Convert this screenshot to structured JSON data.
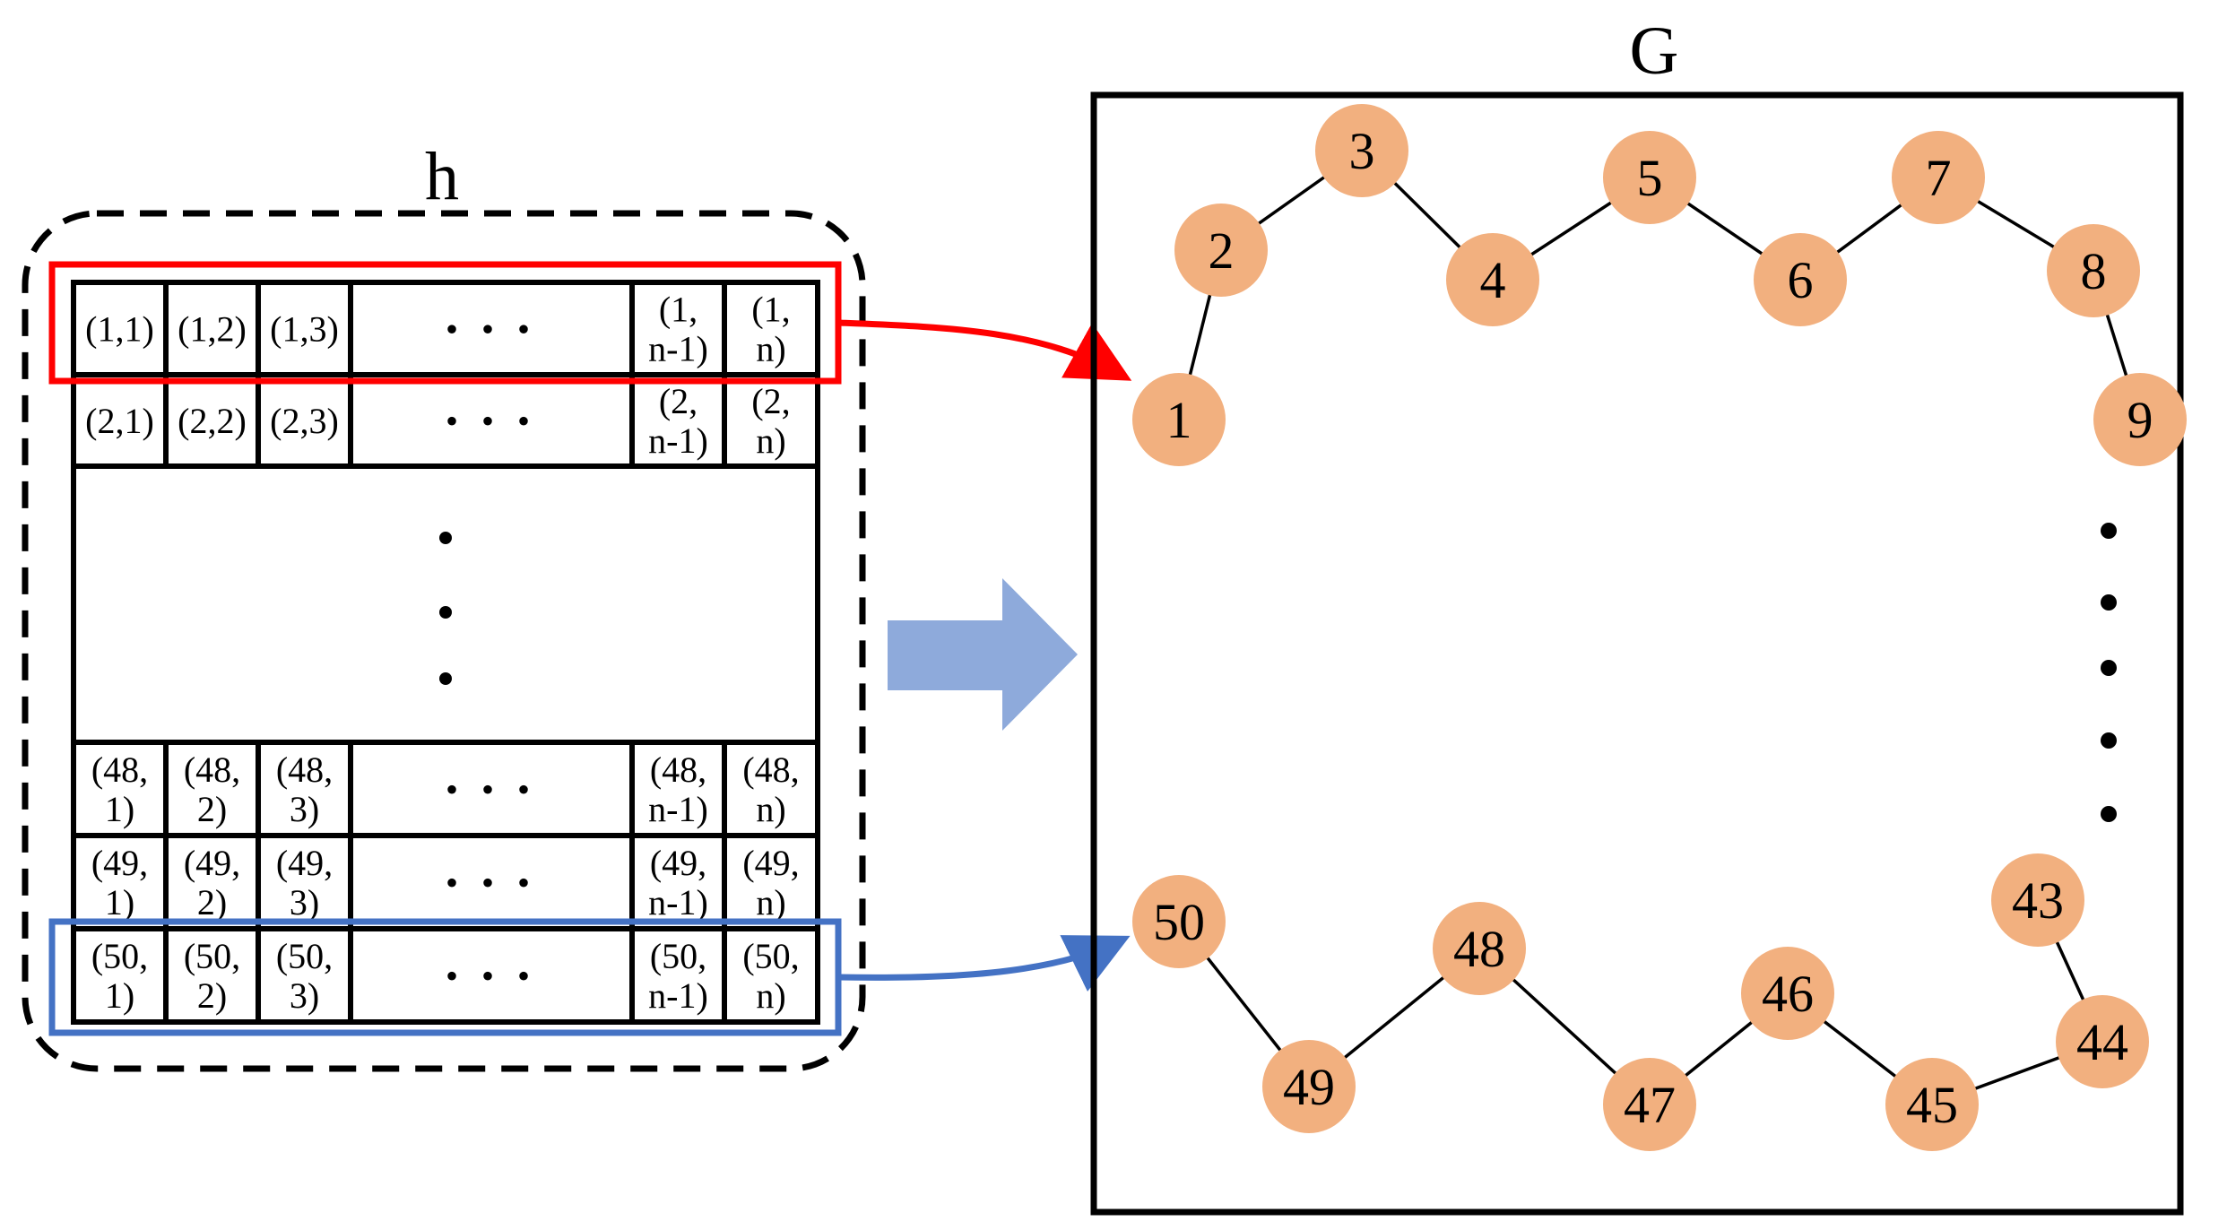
{
  "title_h": "h",
  "title_G": "G",
  "colors": {
    "node_fill": "#f2b07f",
    "red_highlight": "#ff0000",
    "blue_highlight": "#4472c4",
    "big_arrow": "#8eaadb",
    "edge": "#000000"
  },
  "matrix": {
    "ellipsis_h": "• • •",
    "rows": [
      {
        "id": "row-1",
        "cells": [
          [
            "(1,1)"
          ],
          [
            "(1,2)"
          ],
          [
            "(1,3)"
          ],
          [
            "(1,",
            "n-1)"
          ],
          [
            "(1,",
            "n)"
          ]
        ]
      },
      {
        "id": "row-2",
        "cells": [
          [
            "(2,1)"
          ],
          [
            "(2,2)"
          ],
          [
            "(2,3)"
          ],
          [
            "(2,",
            "n-1)"
          ],
          [
            "(2,",
            "n)"
          ]
        ]
      },
      {
        "id": "row-48",
        "cells": [
          [
            "(48,",
            "1)"
          ],
          [
            "(48,",
            "2)"
          ],
          [
            "(48,",
            "3)"
          ],
          [
            "(48,",
            "n-1)"
          ],
          [
            "(48,",
            "n)"
          ]
        ]
      },
      {
        "id": "row-49",
        "cells": [
          [
            "(49,",
            "1)"
          ],
          [
            "(49,",
            "2)"
          ],
          [
            "(49,",
            "3)"
          ],
          [
            "(49,",
            "n-1)"
          ],
          [
            "(49,",
            "n)"
          ]
        ]
      },
      {
        "id": "row-50",
        "cells": [
          [
            "(50,",
            "1)"
          ],
          [
            "(50,",
            "2)"
          ],
          [
            "(50,",
            "3)"
          ],
          [
            "(50,",
            "n-1)"
          ],
          [
            "(50,",
            "n)"
          ]
        ]
      }
    ]
  },
  "graph": {
    "nodes": [
      "1",
      "2",
      "3",
      "4",
      "5",
      "6",
      "7",
      "8",
      "9",
      "43",
      "44",
      "45",
      "46",
      "47",
      "48",
      "49",
      "50"
    ],
    "edges": [
      [
        "1",
        "2"
      ],
      [
        "2",
        "3"
      ],
      [
        "3",
        "4"
      ],
      [
        "4",
        "5"
      ],
      [
        "5",
        "6"
      ],
      [
        "6",
        "7"
      ],
      [
        "7",
        "8"
      ],
      [
        "8",
        "9"
      ],
      [
        "43",
        "44"
      ],
      [
        "44",
        "45"
      ],
      [
        "45",
        "46"
      ],
      [
        "46",
        "47"
      ],
      [
        "47",
        "48"
      ],
      [
        "48",
        "49"
      ],
      [
        "49",
        "50"
      ]
    ]
  }
}
